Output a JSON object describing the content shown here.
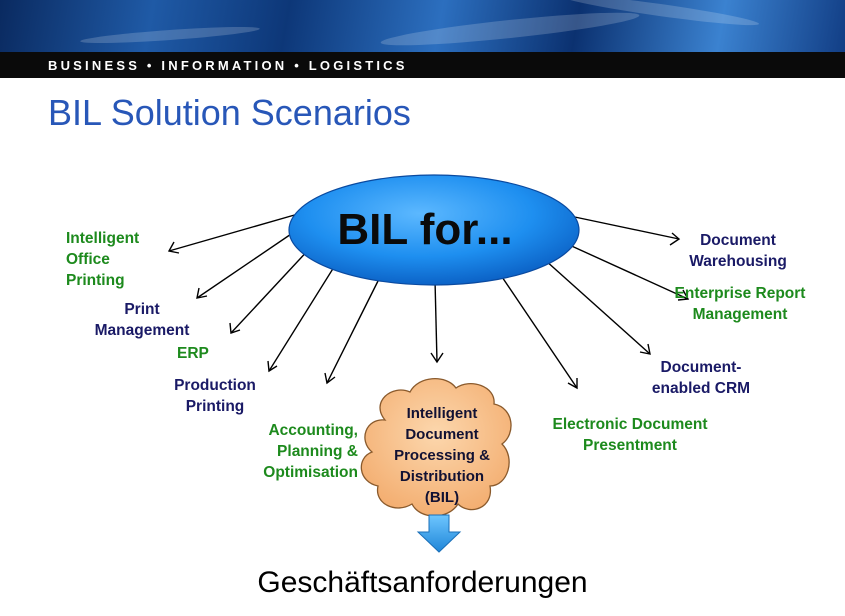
{
  "header": {
    "tagline": "BUSINESS • INFORMATION • LOGISTICS",
    "title": "BIL Solution Scenarios"
  },
  "hub": {
    "label": "BIL for..."
  },
  "nodes": [
    {
      "id": "intelligent-office-printing",
      "label": "Intelligent Office Printing",
      "color": "#1d8a1d"
    },
    {
      "id": "print-management",
      "label": "Print Management",
      "color": "#1a1a66"
    },
    {
      "id": "erp",
      "label": "ERP",
      "color": "#1d8a1d"
    },
    {
      "id": "production-printing",
      "label": "Production Printing",
      "color": "#1a1a66"
    },
    {
      "id": "accounting-planning-optimisation",
      "label": "Accounting, Planning & Optimisation",
      "color": "#1d8a1d"
    },
    {
      "id": "document-warehousing",
      "label": "Document Warehousing",
      "color": "#1a1a66"
    },
    {
      "id": "enterprise-report-management",
      "label": "Enterprise Report Management",
      "color": "#1d8a1d"
    },
    {
      "id": "document-enabled-crm",
      "label": "Document-enabled CRM",
      "color": "#1a1a66"
    },
    {
      "id": "electronic-document-presentment",
      "label": "Electronic Document Presentment",
      "color": "#1d8a1d"
    }
  ],
  "center": {
    "label": "Intelligent Document Processing & Distribution (BIL)"
  },
  "footer": {
    "label": "Geschäftsanforderungen"
  },
  "colors": {
    "hub_fill": "#1e90f0",
    "cloud_fill": "#f7be86",
    "arrow_fill": "#3aa0e8",
    "title": "#2857b8",
    "green_text": "#1d8a1d",
    "navy_text": "#1a1a66"
  }
}
